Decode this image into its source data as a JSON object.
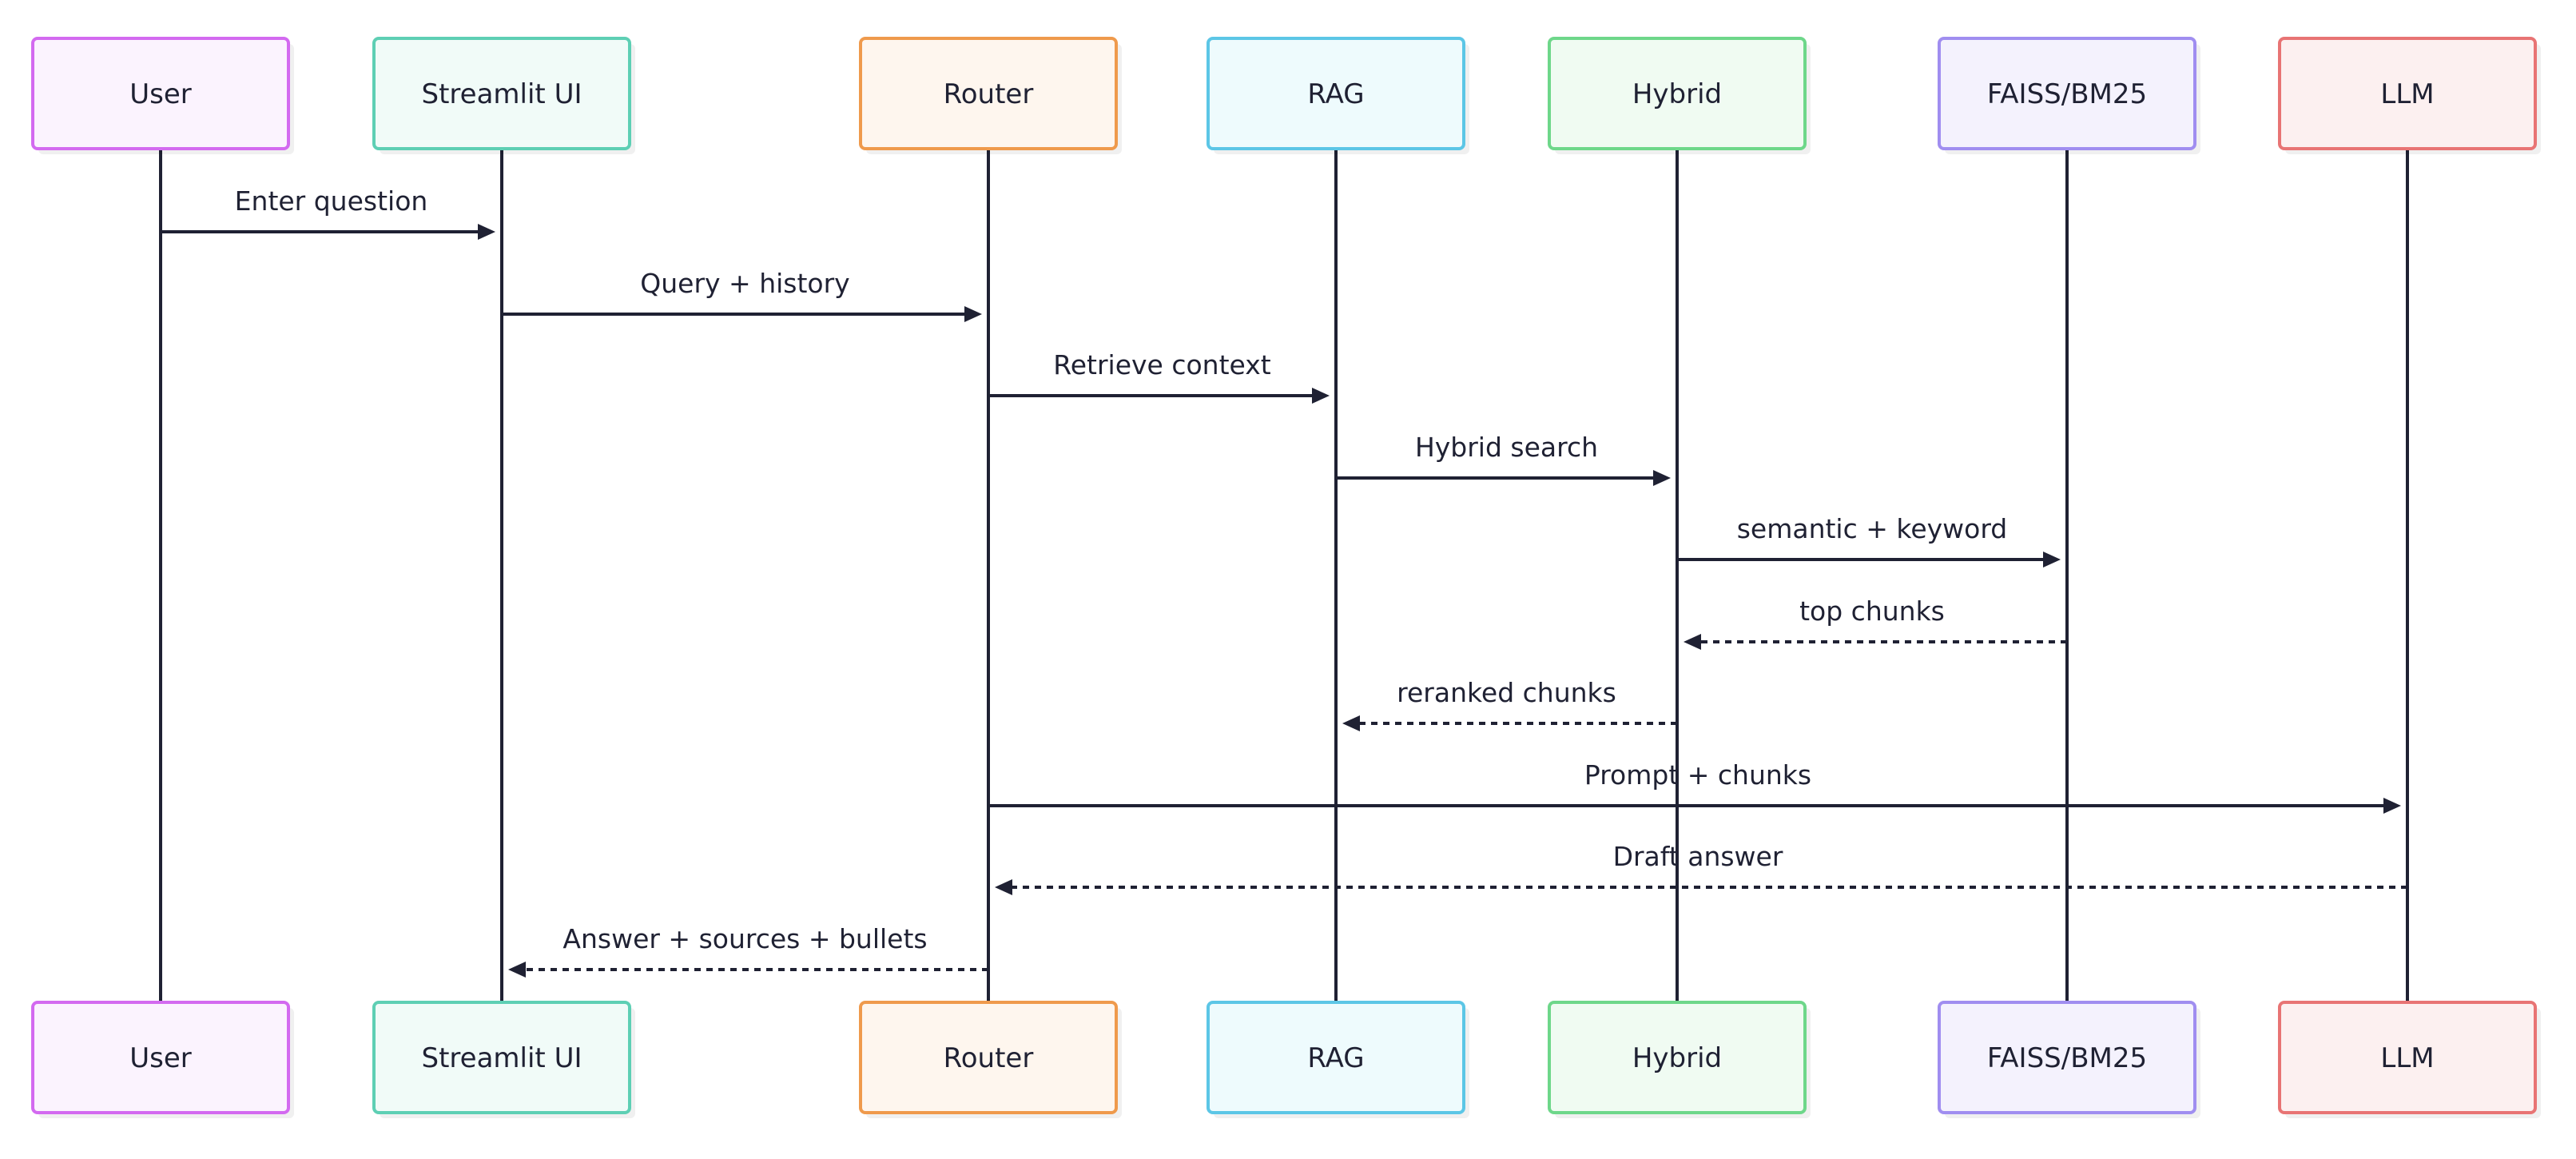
{
  "participants": [
    {
      "id": "user",
      "name": "User",
      "border": "#d36af0",
      "fill": "#fbf3fe"
    },
    {
      "id": "ui",
      "name": "Streamlit UI",
      "border": "#5ecfb4",
      "fill": "#f1fbf8"
    },
    {
      "id": "router",
      "name": "Router",
      "border": "#ef9a4c",
      "fill": "#fef6ee"
    },
    {
      "id": "rag",
      "name": "RAG",
      "border": "#5cc6e6",
      "fill": "#eefbfd"
    },
    {
      "id": "hybrid",
      "name": "Hybrid",
      "border": "#6ed78a",
      "fill": "#f0fbf2"
    },
    {
      "id": "faiss",
      "name": "FAISS/BM25",
      "border": "#a08ef0",
      "fill": "#f4f2fd"
    },
    {
      "id": "llm",
      "name": "LLM",
      "border": "#e87474",
      "fill": "#fcf0f0"
    }
  ],
  "messages": [
    {
      "from": "user",
      "to": "ui",
      "text": "Enter question",
      "style": "solid"
    },
    {
      "from": "ui",
      "to": "router",
      "text": "Query + history",
      "style": "solid"
    },
    {
      "from": "router",
      "to": "rag",
      "text": "Retrieve context",
      "style": "solid"
    },
    {
      "from": "rag",
      "to": "hybrid",
      "text": "Hybrid search",
      "style": "solid"
    },
    {
      "from": "hybrid",
      "to": "faiss",
      "text": "semantic + keyword",
      "style": "solid"
    },
    {
      "from": "faiss",
      "to": "hybrid",
      "text": "top chunks",
      "style": "dashed"
    },
    {
      "from": "hybrid",
      "to": "rag",
      "text": "reranked chunks",
      "style": "dashed"
    },
    {
      "from": "router",
      "to": "llm",
      "text": "Prompt + chunks",
      "style": "solid"
    },
    {
      "from": "llm",
      "to": "router",
      "text": "Draft answer",
      "style": "dashed"
    },
    {
      "from": "router",
      "to": "ui",
      "text": "Answer + sources + bullets",
      "style": "dashed"
    }
  ]
}
